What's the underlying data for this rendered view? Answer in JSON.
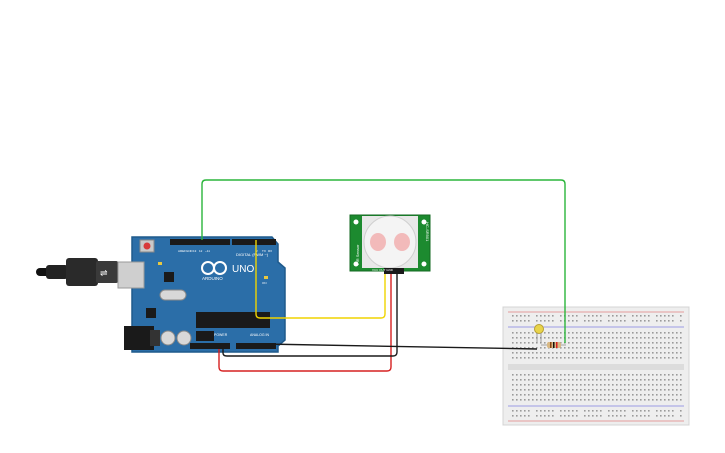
{
  "arduino": {
    "brand": "ARDUINO",
    "model": "UNO",
    "digital_label": "DIGITAL (PWM ~)",
    "power_label": "POWER",
    "analog_label": "ANALOG IN",
    "aref_label": "AREF",
    "gnd_label": "GND",
    "tx_label": "TX",
    "rx_label": "RX",
    "pin_label_13": "13",
    "pin_label_12": "12",
    "pin_label_11": "~11",
    "pin_label_2": "2",
    "on_label": "ON"
  },
  "pir": {
    "left_label": "PIR Sensor",
    "right_label": "HC-SR501",
    "pin_labels": "VCC OUT GND"
  },
  "colors": {
    "board": "#2b6ea8",
    "board_edge": "#1f5a8c",
    "pir_board": "#1c8a2f",
    "wire_green": "#2bb53b",
    "wire_yellow": "#f0d400",
    "wire_red": "#d62020",
    "wire_black": "#1a1a1a",
    "breadboard": "#eeeeee",
    "led": "#e8d44a"
  }
}
